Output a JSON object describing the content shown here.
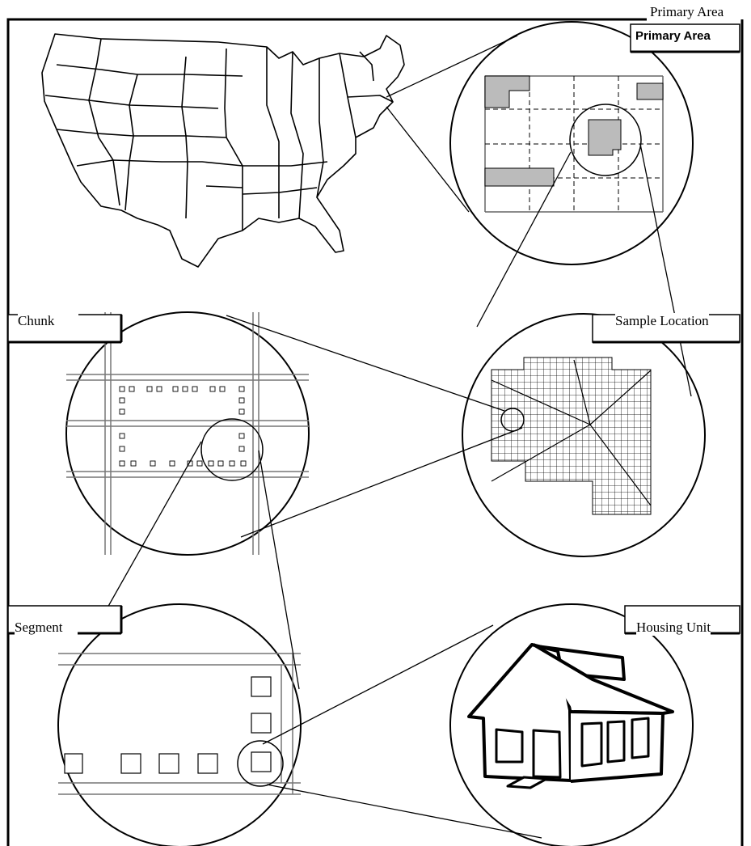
{
  "labels": {
    "primary_area": "Primary Area",
    "sample_location": "Sample Location",
    "chunk": "Chunk",
    "segment": "Segment",
    "housing_unit": "Housing Unit"
  },
  "label_box_text": {
    "primary_area": "Primary Area"
  }
}
